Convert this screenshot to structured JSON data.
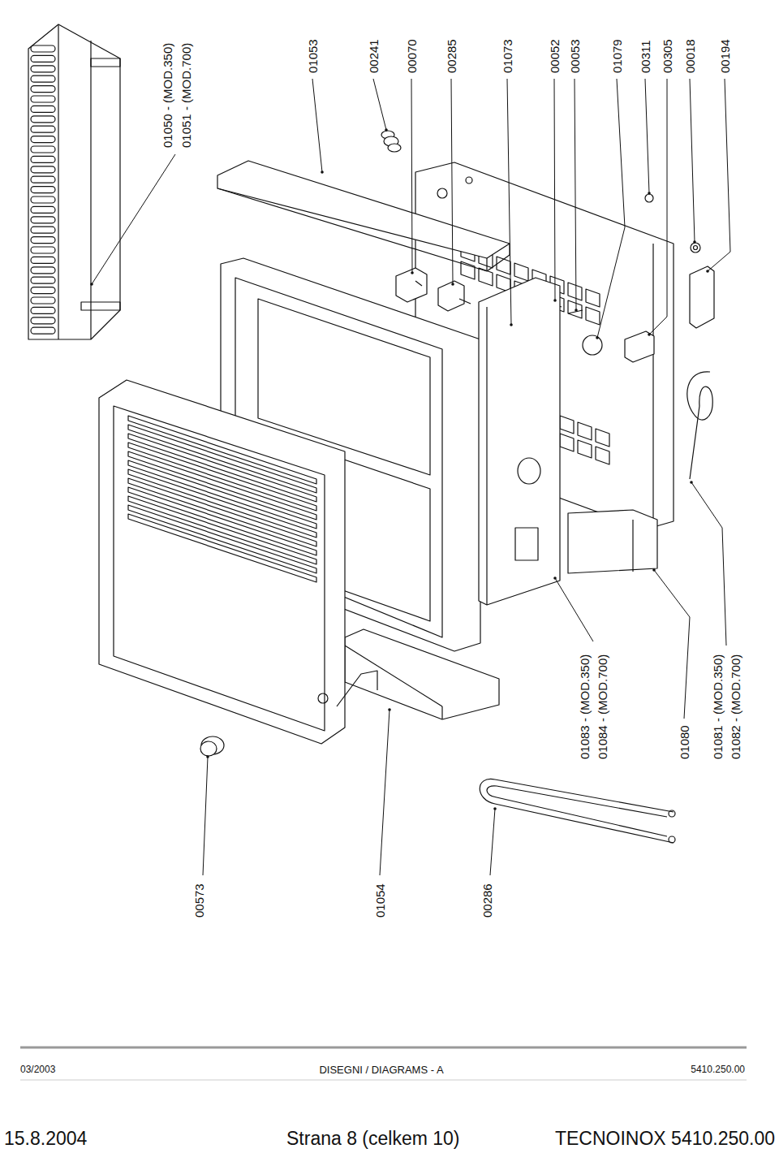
{
  "diagram": {
    "labels": [
      "01050 - (MOD.350)",
      "01051 - (MOD.700)",
      "01053",
      "00241",
      "00070",
      "00285",
      "01073",
      "00052",
      "00053",
      "01079",
      "00311",
      "00305",
      "00018",
      "00194",
      "01083 - (MOD.350)",
      "01084 - (MOD.700)",
      "01080",
      "01081 - (MOD.350)",
      "01082 - (MOD.700)",
      "00573",
      "01054",
      "00286",
      "03/2003",
      "DISEGNI / DIAGRAMS - A",
      "5410.250.00",
      "15.8.2004",
      "Strana 8 (celkem 10)",
      "TECNOINOX 5410.250.00"
    ]
  }
}
